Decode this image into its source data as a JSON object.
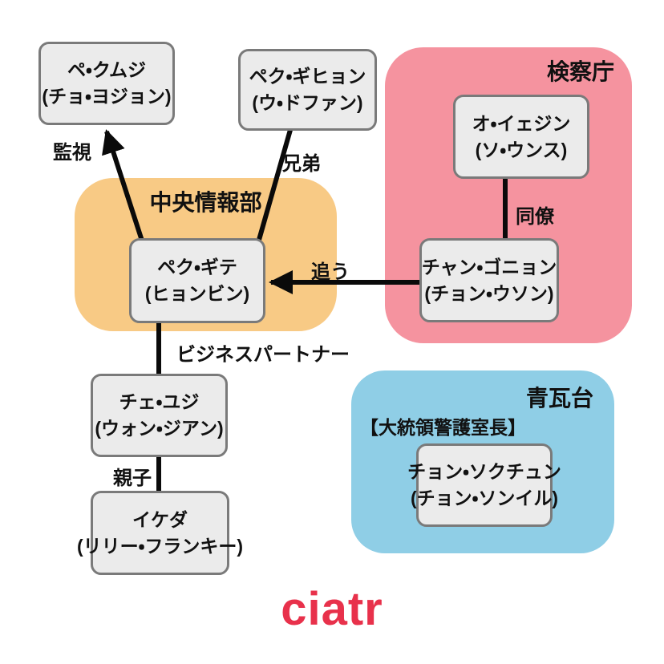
{
  "groups": {
    "prosecutors": {
      "label": "検察庁",
      "bg": "#F5939F"
    },
    "intelligence": {
      "label": "中央情報部",
      "bg": "#F8CA85"
    },
    "blue_house": {
      "label": "青瓦台",
      "bg": "#8FCEE6",
      "role": "【大統領警護室長】"
    }
  },
  "nodes": [
    {
      "name": "ペ・クムジ",
      "actor": "(チョ・ヨジョン)"
    },
    {
      "name": "ペク・ギヒョン",
      "actor": "(ウ・ドファン)"
    },
    {
      "name": "オ・イェジン",
      "actor": "(ソ・ウンス)"
    },
    {
      "name": "ペク・ギテ",
      "actor": "(ヒョンビン)"
    },
    {
      "name": "チャン・ゴニョン",
      "actor": "(チョン・ウソン)"
    },
    {
      "name": "チェ・ユジ",
      "actor": "(ウォン・ジアン)"
    },
    {
      "name": "イケダ",
      "actor": "(リリー・フランキー)"
    },
    {
      "name": "チョン・ソクチュン",
      "actor": "(チョン・ソンイル)"
    }
  ],
  "edge_labels": {
    "surveillance": "監視",
    "brothers": "兄弟",
    "colleagues": "同僚",
    "chase": "追う",
    "business_partner": "ビジネスパートナー",
    "parent_child": "親子"
  },
  "node_style": {
    "bg": "#EBEBEB",
    "border": "#7A7A7A",
    "line": "#0A0A0A"
  },
  "logo": {
    "text": "ciatr",
    "color": "#E8314B"
  }
}
